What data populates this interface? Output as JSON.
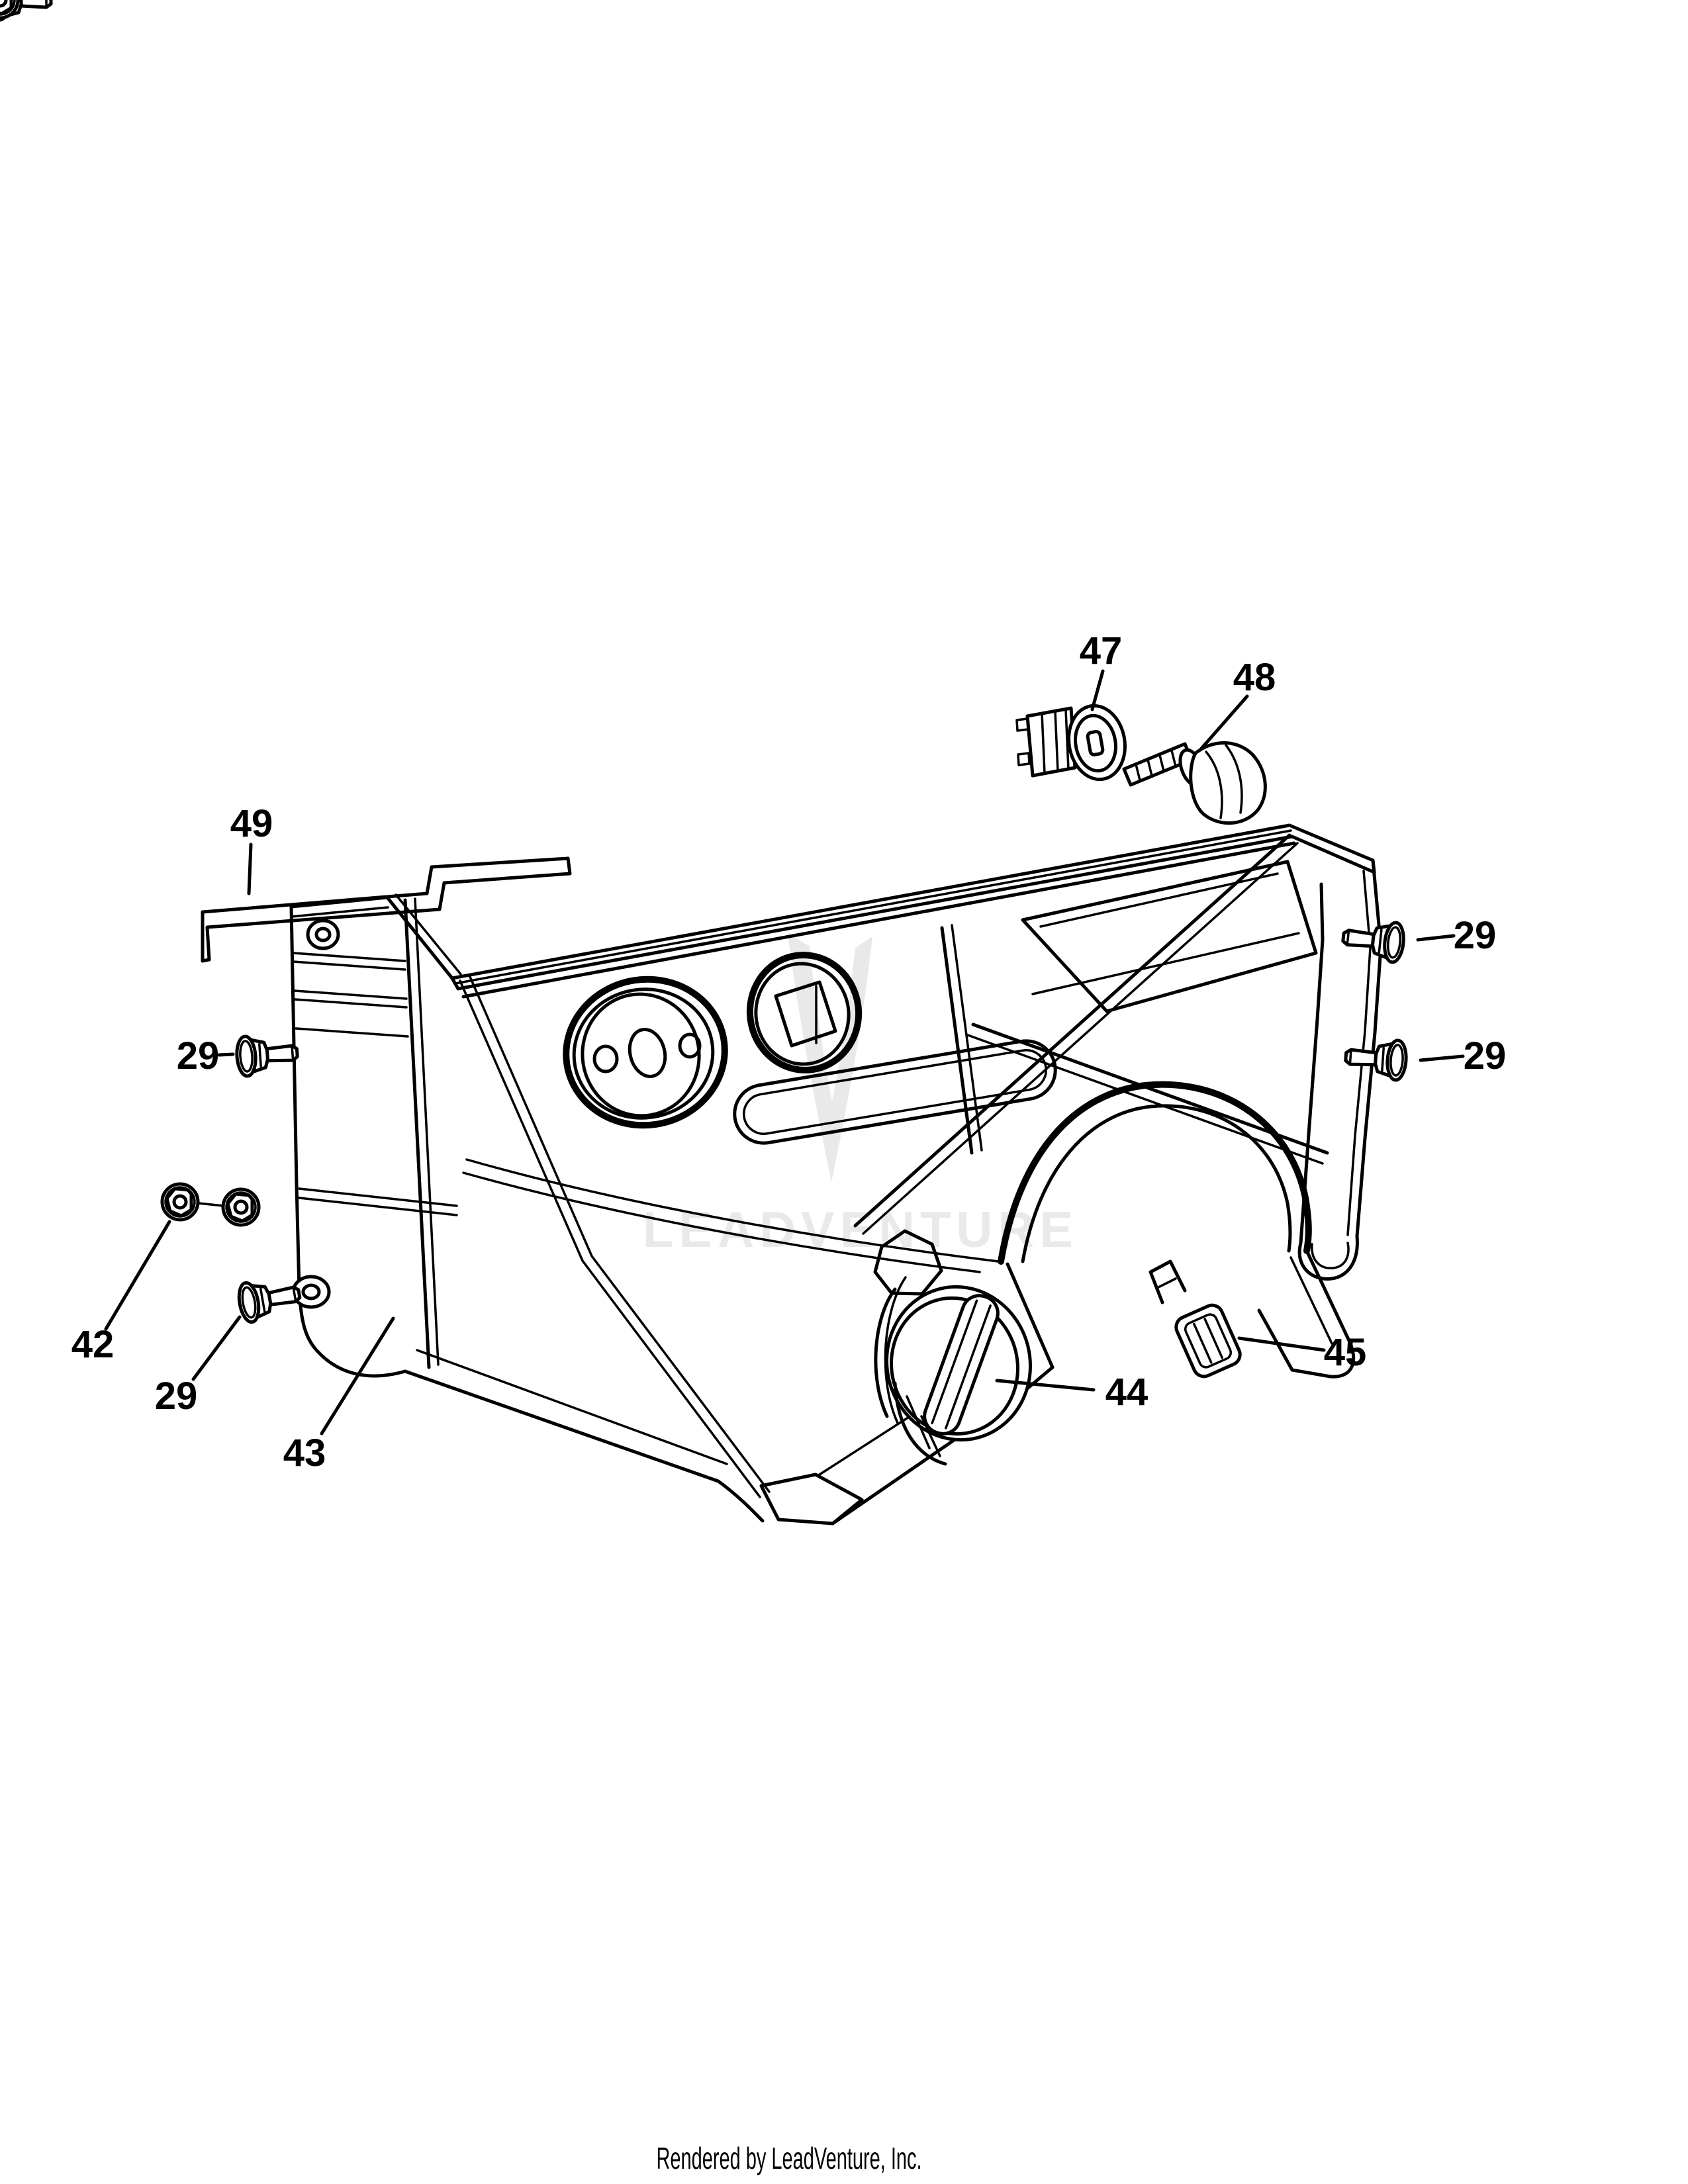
{
  "page": {
    "background": "#ffffff",
    "line_color": "#000000",
    "watermark_color": "#e9e9e9"
  },
  "watermark": {
    "logo": "leadventure-v-logo",
    "text": "LEADVENTURE"
  },
  "footer": {
    "text": "Rendered by LeadVenture, Inc."
  },
  "callouts": [
    {
      "label": "47",
      "part": "ignition-key-switch"
    },
    {
      "label": "48",
      "part": "choke-control-knob-with-ribbed-strap"
    },
    {
      "label": "49",
      "part": "dash-trim-strip"
    },
    {
      "label": "29",
      "part": "hex-flange-screw-left-upper"
    },
    {
      "label": "29",
      "part": "hex-flange-screw-left-lower"
    },
    {
      "label": "29",
      "part": "hex-flange-screw-right-upper"
    },
    {
      "label": "29",
      "part": "hex-flange-screw-right-lower"
    },
    {
      "label": "42",
      "part": "flange-lock-nuts"
    },
    {
      "label": "43",
      "part": "dash-side-panel"
    },
    {
      "label": "44",
      "part": "round-control-knob-cap"
    },
    {
      "label": "45",
      "part": "wiring-harness-connector"
    }
  ]
}
